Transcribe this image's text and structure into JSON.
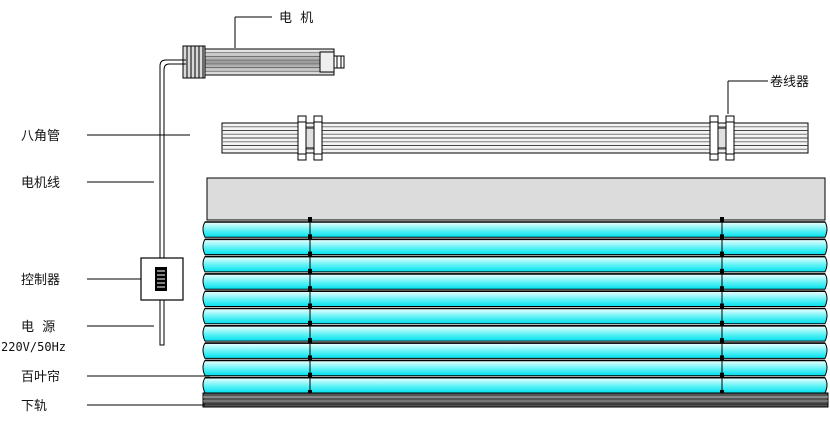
{
  "labels": {
    "motor": "电  机",
    "winder": "卷线器",
    "octagonal_tube": "八角管",
    "motor_cable": "电机线",
    "controller": "控制器",
    "power": "电  源",
    "power_spec": "220V/50Hz",
    "blinds": "百叶帘",
    "bottom_rail": "下轨"
  },
  "colors": {
    "slat_light": "#f2ffff",
    "slat_cyan": "#00e0ee",
    "headbox": "#dcdcdc",
    "tube_light": "#f4f4f4",
    "tube_dark": "#7a7a7a"
  },
  "diagram": {
    "slat_count": 10
  }
}
